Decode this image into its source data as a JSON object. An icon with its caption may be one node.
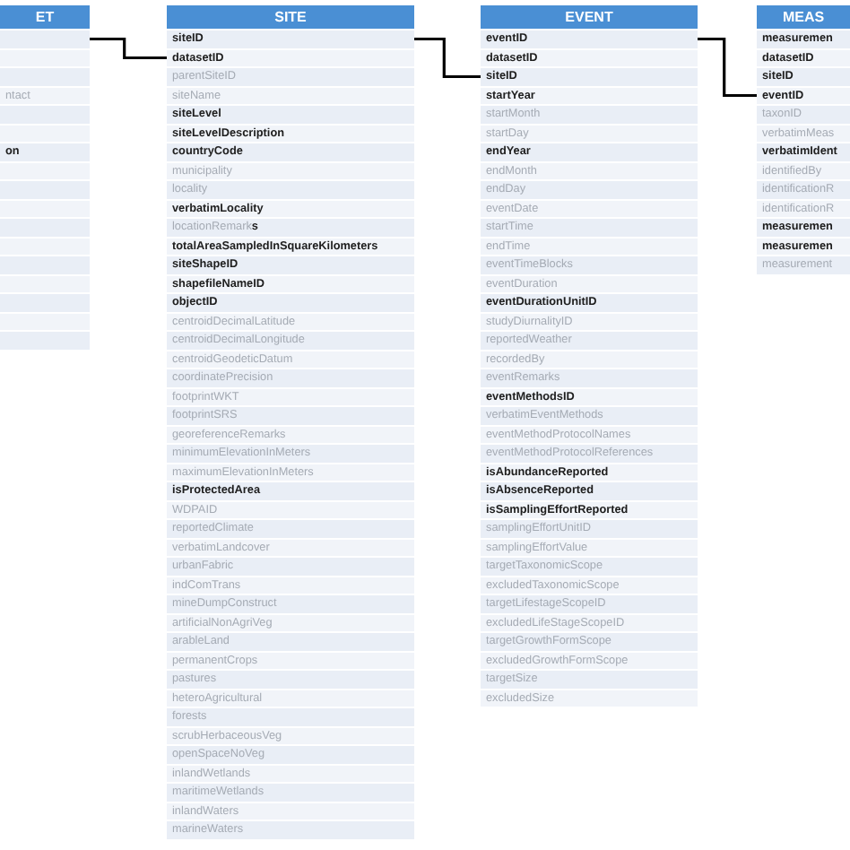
{
  "diagram": {
    "nodes": [
      {
        "text": [
          "ET"
        ]
      },
      {
        "text": [],
        "shape": "bar",
        "in": 0
      },
      {
        "text": [],
        "shape": "bar",
        "in": 0
      },
      {
        "text": [],
        "shape": "bar",
        "in": 0
      },
      {
        "text": [
          "ntact"
        ],
        "in": 0
      },
      {
        "text": [],
        "shape": "bar",
        "in": 0
      },
      {
        "text": [],
        "shape": "bar",
        "in": 0
      },
      {
        "text": [
          "on"
        ],
        "in": 0
      },
      {
        "text": [],
        "shape": "bar",
        "in": 0
      },
      {
        "text": [],
        "shape": "bar",
        "in": 0
      },
      {
        "text": [],
        "shape": "bar",
        "in": 0
      },
      {
        "text": [],
        "shape": "bar",
        "in": 0
      },
      {
        "text": [],
        "shape": "bar",
        "in": 0
      },
      {
        "text": [],
        "shape": "bar",
        "in": 0
      },
      {
        "text": [],
        "shape": "bar",
        "in": 0
      },
      {
        "text": [],
        "shape": "bar",
        "in": 0
      },
      {
        "text": [],
        "shape": "bar",
        "in": 0
      },
      {
        "text": [],
        "shape": "bar",
        "in": 0
      },
      {
        "text": [
          "SITE"
        ]
      },
      {
        "text": [
          "siteID"
        ],
        "in": 18
      },
      {
        "text": [
          "datasetID"
        ],
        "in": 18
      },
      {
        "text": [
          "parentSiteID"
        ],
        "in": 18
      },
      {
        "text": [
          "siteName"
        ],
        "in": 18
      },
      {
        "text": [
          "siteLevel"
        ],
        "in": 18
      },
      {
        "text": [
          "siteLevelDescription"
        ],
        "in": 18
      },
      {
        "text": [
          "countryCode"
        ],
        "in": 18
      },
      {
        "text": [
          "municipality"
        ],
        "in": 18
      },
      {
        "text": [
          "locality"
        ],
        "in": 18
      },
      {
        "text": [
          "verbatimLocality"
        ],
        "in": 18
      },
      {
        "text": [
          "locationRemark**s**"
        ],
        "in": 18
      },
      {
        "text": [
          "totalAreaSampledInSquareKilometers"
        ],
        "in": 18
      },
      {
        "text": [
          "siteShapeID"
        ],
        "in": 18
      },
      {
        "text": [
          "shapefileNameID"
        ],
        "in": 18
      },
      {
        "text": [
          "objectID"
        ],
        "in": 18
      },
      {
        "text": [
          "centroidDecimalLatitude"
        ],
        "in": 18
      },
      {
        "text": [
          "centroidDecimalLongitude"
        ],
        "in": 18
      },
      {
        "text": [
          "centroidGeodeticDatum"
        ],
        "in": 18
      },
      {
        "text": [
          "coordinatePrecision"
        ],
        "in": 18
      },
      {
        "text": [
          "footprintWKT"
        ],
        "in": 18
      },
      {
        "text": [
          "footprintSRS"
        ],
        "in": 18
      },
      {
        "text": [
          "georeferenceRemarks"
        ],
        "in": 18
      },
      {
        "text": [
          "minimumElevationInMeters"
        ],
        "in": 18
      },
      {
        "text": [
          "maximumElevationInMeters"
        ],
        "in": 18
      },
      {
        "text": [
          "isProtectedArea"
        ],
        "in": 18
      },
      {
        "text": [
          "WDPAID"
        ],
        "in": 18
      },
      {
        "text": [
          "reportedClimate"
        ],
        "in": 18
      },
      {
        "text": [
          "verbatimLandcover"
        ],
        "in": 18
      },
      {
        "text": [
          "urbanFabric"
        ],
        "in": 18
      },
      {
        "text": [
          "indComTrans"
        ],
        "in": 18
      },
      {
        "text": [
          "mineDumpConstruct"
        ],
        "in": 18
      },
      {
        "text": [
          "artificialNonAgriVeg"
        ],
        "in": 18
      },
      {
        "text": [
          "arableLand"
        ],
        "in": 18
      },
      {
        "text": [
          "permanentCrops"
        ],
        "in": 18
      },
      {
        "text": [
          "pastures"
        ],
        "in": 18
      },
      {
        "text": [
          "heteroAgricultural"
        ],
        "in": 18
      },
      {
        "text": [
          "forests"
        ],
        "in": 18
      },
      {
        "text": [
          "scrubHerbaceousVeg"
        ],
        "in": 18
      },
      {
        "text": [
          "openSpaceNoVeg"
        ],
        "in": 18
      },
      {
        "text": [
          "inlandWetlands"
        ],
        "in": 18
      },
      {
        "text": [
          "maritimeWetlands"
        ],
        "in": 18
      },
      {
        "text": [
          "inlandWaters"
        ],
        "in": 18
      },
      {
        "text": [
          "marineWaters"
        ],
        "in": 18
      },
      {
        "text": [
          "EVENT"
        ]
      },
      {
        "text": [
          "eventID"
        ],
        "in": 62
      },
      {
        "text": [
          "datasetID"
        ],
        "in": 62
      },
      {
        "text": [
          "siteID"
        ],
        "in": 62
      },
      {
        "text": [
          "startYear"
        ],
        "in": 62
      },
      {
        "text": [
          "startMonth"
        ],
        "in": 62
      },
      {
        "text": [
          "startDay"
        ],
        "in": 62
      },
      {
        "text": [
          "endYear"
        ],
        "in": 62
      },
      {
        "text": [
          "endMonth"
        ],
        "in": 62
      },
      {
        "text": [
          "endDay"
        ],
        "in": 62
      },
      {
        "text": [
          "eventDate"
        ],
        "in": 62
      },
      {
        "text": [
          "startTime"
        ],
        "in": 62
      },
      {
        "text": [
          "endTime"
        ],
        "in": 62
      },
      {
        "text": [
          "eventTimeBlocks"
        ],
        "in": 62
      },
      {
        "text": [
          "eventDuration"
        ],
        "in": 62
      },
      {
        "text": [
          "eventDurationUnitID"
        ],
        "in": 62
      },
      {
        "text": [
          "studyDiurnalityID"
        ],
        "in": 62
      },
      {
        "text": [
          "reportedWeather"
        ],
        "in": 62
      },
      {
        "text": [
          "recordedBy"
        ],
        "in": 62
      },
      {
        "text": [
          "eventRemarks"
        ],
        "in": 62
      },
      {
        "text": [
          "eventMethodsID"
        ],
        "in": 62
      },
      {
        "text": [
          "verbatimEventMethods"
        ],
        "in": 62
      },
      {
        "text": [
          "eventMethodProtocolNames"
        ],
        "in": 62
      },
      {
        "text": [
          "eventMethodProtocolReferences"
        ],
        "in": 62
      },
      {
        "text": [
          "isAbundanceReported"
        ],
        "in": 62
      },
      {
        "text": [
          "isAbsenceReported"
        ],
        "in": 62
      },
      {
        "text": [
          "isSamplingEffortReported"
        ],
        "in": 62
      },
      {
        "text": [
          "samplingEffortUnitID"
        ],
        "in": 62
      },
      {
        "text": [
          "samplingEffortValue"
        ],
        "in": 62
      },
      {
        "text": [
          "targetTaxonomicScope"
        ],
        "in": 62
      },
      {
        "text": [
          "excludedTaxonomicScope"
        ],
        "in": 62
      },
      {
        "text": [
          "targetLifestageScopeID"
        ],
        "in": 62
      },
      {
        "text": [
          "excludedLifeStageScopeID"
        ],
        "in": 62
      },
      {
        "text": [
          "targetGrowthFormScope"
        ],
        "in": 62
      },
      {
        "text": [
          "excludedGrowthFormScope"
        ],
        "in": 62
      },
      {
        "text": [
          "targetSize"
        ],
        "in": 62
      },
      {
        "text": [
          "excludedSize"
        ],
        "in": 62
      },
      {
        "text": [
          "MEAS"
        ]
      },
      {
        "text": [
          "measuremen"
        ],
        "in": 99
      },
      {
        "text": [
          "datasetID"
        ],
        "in": 99
      },
      {
        "text": [
          "siteID"
        ],
        "in": 99
      },
      {
        "text": [
          "eventID"
        ],
        "in": 99
      },
      {
        "text": [
          "taxonID"
        ],
        "in": 99
      },
      {
        "text": [
          "verbatimMeas"
        ],
        "in": 99
      },
      {
        "text": [
          "verbatimIdent"
        ],
        "in": 99
      },
      {
        "text": [
          "identifiedBy"
        ],
        "in": 99
      },
      {
        "text": [
          "identificationR"
        ],
        "in": 99
      },
      {
        "text": [
          "identificationR"
        ],
        "in": 99
      },
      {
        "text": [
          "measuremen"
        ],
        "in": 99
      },
      {
        "text": [
          "measuremen"
        ],
        "in": 99
      },
      {
        "text": [
          "measurement"
        ],
        "in": 99
      }
    ],
    "edges": [
      {
        "from": 1,
        "to": 20,
        "arrow": "none"
      },
      {
        "from": 19,
        "to": 65,
        "arrow": "none"
      },
      {
        "from": 63,
        "to": 103,
        "arrow": "none"
      }
    ]
  }
}
